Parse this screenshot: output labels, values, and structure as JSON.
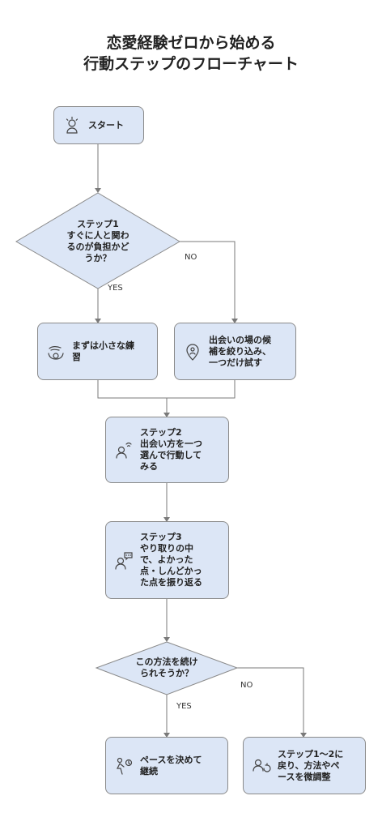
{
  "title": {
    "line1": "恋愛経験ゼロから始める",
    "line2": "行動ステップのフローチャート"
  },
  "nodes": {
    "start": {
      "label": "スタート",
      "icon": "person-icon"
    },
    "q1": {
      "label": "ステップ1\nすぐに人と関わ\nるのが負担かど\nうか？"
    },
    "small_practice": {
      "label": "まずは小さな練\n習",
      "icon": "hands-icon"
    },
    "narrow_places": {
      "label": "出会いの場の候\n補を絞り込み、\n一つだけ試す",
      "icon": "location-pin-icon"
    },
    "step2": {
      "label": "ステップ2\n出会い方を一つ\n選んで行動して\nみる",
      "icon": "person-signal-icon"
    },
    "step3": {
      "label": "ステップ3\nやり取りの中\nで、よかった\n点・しんどかっ\nた点を振り返る",
      "icon": "person-chat-icon"
    },
    "q2": {
      "label": "この方法を続け\nられそうか？"
    },
    "continue": {
      "label": "ペースを決めて\n継続",
      "icon": "walking-pace-icon"
    },
    "adjust": {
      "label": "ステップ1〜2に\n戻り、方法やペ\nースを微調整",
      "icon": "person-cycle-icon"
    }
  },
  "edges": {
    "q1_yes": "YES",
    "q1_no": "NO",
    "q2_yes": "YES",
    "q2_no": "NO"
  },
  "colors": {
    "node_fill": "#dce6f6",
    "node_border": "#8a8a8a",
    "line": "#7a7a7a"
  }
}
